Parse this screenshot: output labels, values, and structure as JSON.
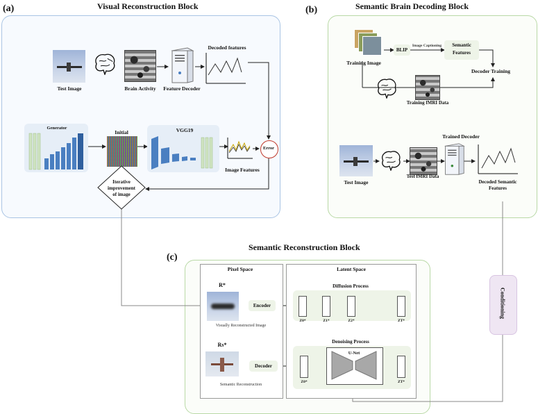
{
  "panel_a": {
    "tag": "(a)",
    "title": "Visual Reconstruction Block",
    "test_image": "Test Image",
    "brain_activity": "Brain Activity",
    "feature_decoder": "Feature Decoder",
    "decoded_features": "Decoded features",
    "generator": "Generator",
    "initial": "Initial",
    "vgg19": "VGG19",
    "image_features": "Image Features",
    "error": "Error",
    "iterative_1": "Iterative",
    "iterative_2": "improvement",
    "iterative_3": "of image"
  },
  "panel_b": {
    "tag": "(b)",
    "title": "Semantic Brain Decoding Block",
    "training_image": "Training Image",
    "blip": "BLIP",
    "image_captioning": "Image Captioning",
    "semantic_features_1": "Semantic",
    "semantic_features_2": "Features",
    "decoder_training": "Decoder Training",
    "training_fmri": "Training fMRI Data",
    "trained_decoder": "Trained Decoder",
    "test_image": "Test Image",
    "test_fmri": "Test fMRI Data",
    "decoded_semantic_1": "Decoded Semantic",
    "decoded_semantic_2": "Features"
  },
  "panel_c": {
    "tag": "(c)",
    "title": "Semantic Reconstruction Block",
    "pixel_space": "Pixel Space",
    "latent_space": "Latent Space",
    "r_star": "R*",
    "r_s_star": "Rs*",
    "visually_reconstructed": "Visually Reconstructed Image",
    "semantic_reconstruction": "Semantic Reconstruction",
    "encoder": "Encoder",
    "decoder": "Decoder",
    "diffusion_process": "Diffusion Process",
    "denoising_process": "Denoising Process",
    "unet": "U-Net",
    "conditioning": "Conditioning",
    "z0": "Z0*",
    "z1": "Z1*",
    "z2": "Z2*",
    "zt": "ZT*",
    "zt_den": "ZT*",
    "z0_den": "Z0*"
  },
  "colors": {
    "panel_a_border": "#a9c4e4",
    "panel_b_border": "#b9d9a6",
    "conditioning_bg": "#efe6f3",
    "error_ring": "#c0392b",
    "vgg_blue": "#4a7fc1",
    "generator_green": "#cfe3c1"
  }
}
